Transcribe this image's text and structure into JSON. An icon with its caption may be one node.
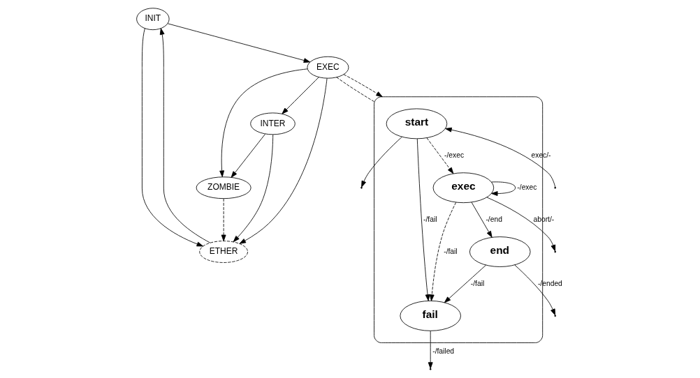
{
  "diagram": {
    "nodes": [
      {
        "text": [
          "INIT"
        ]
      },
      {
        "text": [
          "ZOMBIE"
        ]
      },
      {
        "text": [
          "ETHER"
        ]
      },
      {
        "text": [
          "EXEC"
        ]
      },
      {
        "text": [
          "INTER"
        ]
      },
      {
        "text": [],
        "shape": "ellipse"
      },
      {
        "text": [
          "start"
        ],
        "in": 5
      },
      {
        "text": [
          "fail"
        ],
        "in": 5
      },
      {
        "text": [
          "exec"
        ],
        "in": 5
      },
      {
        "text": [
          "end"
        ],
        "in": 5
      }
    ],
    "edges": [
      {
        "from": 2,
        "to": 0,
        "arrow": "to"
      },
      {
        "from": 0,
        "to": 2,
        "arrow": "to"
      },
      {
        "from": 0,
        "to": 3,
        "arrow": "to"
      },
      {
        "from": 3,
        "to": 1,
        "arrow": "to"
      },
      {
        "from": 1,
        "to": 2,
        "arrow": "to",
        "style": "dashed"
      },
      {
        "from": 3,
        "to": 4,
        "arrow": "to"
      },
      {
        "from": 4,
        "to": 1,
        "arrow": "to"
      },
      {
        "from": 4,
        "to": 2,
        "arrow": "to"
      },
      {
        "from": 3,
        "to": 2,
        "arrow": "to"
      },
      {
        "from": 3,
        "to": 5,
        "arrow": "none",
        "style": "dashed"
      },
      {
        "from": 3,
        "to": 5,
        "arrow": "to",
        "style": "dashed"
      },
      {
        "from": null,
        "to": 6,
        "arrow": "to",
        "label": "exec/-"
      },
      {
        "from": 6,
        "to": 7,
        "arrow": "to",
        "label": "-/fail"
      },
      {
        "from": 6,
        "to": 8,
        "arrow": "to",
        "label": "-/exec",
        "style": "dashed"
      },
      {
        "from": 8,
        "to": 8,
        "arrow": "to",
        "label": "-/exec"
      },
      {
        "from": 8,
        "to": 7,
        "arrow": "to",
        "label": "-/fail",
        "style": "dashed"
      },
      {
        "from": 8,
        "to": 9,
        "arrow": "to",
        "label": "-/end"
      },
      {
        "from": 9,
        "to": 7,
        "arrow": "to",
        "label": "-/fail"
      },
      {
        "from": 7,
        "to": null,
        "arrow": "to",
        "label": "-/failed"
      },
      {
        "from": 6,
        "to": null,
        "arrow": "to"
      },
      {
        "from": 8,
        "to": null,
        "arrow": "to",
        "label": "abort/-"
      },
      {
        "from": 9,
        "to": null,
        "arrow": "to",
        "label": "-/ended"
      }
    ]
  }
}
